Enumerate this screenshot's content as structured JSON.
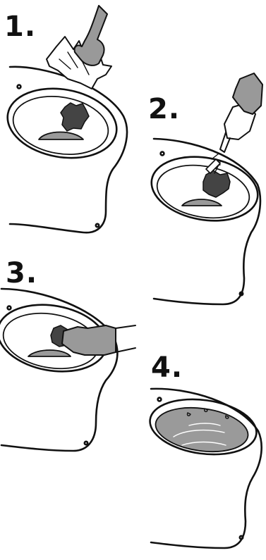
{
  "steps": [
    {
      "label": "1."
    },
    {
      "label": "2."
    },
    {
      "label": "3."
    },
    {
      "label": "4."
    }
  ],
  "colors": {
    "stain": "#444444",
    "glove": "#999999",
    "outline": "#111111",
    "water": "#9a9a9a"
  },
  "icons": [
    "cloth-icon",
    "spray-bottle-icon",
    "glove-icon",
    "toilet-bowl-icon",
    "stain-icon",
    "water-droplet-icon"
  ]
}
